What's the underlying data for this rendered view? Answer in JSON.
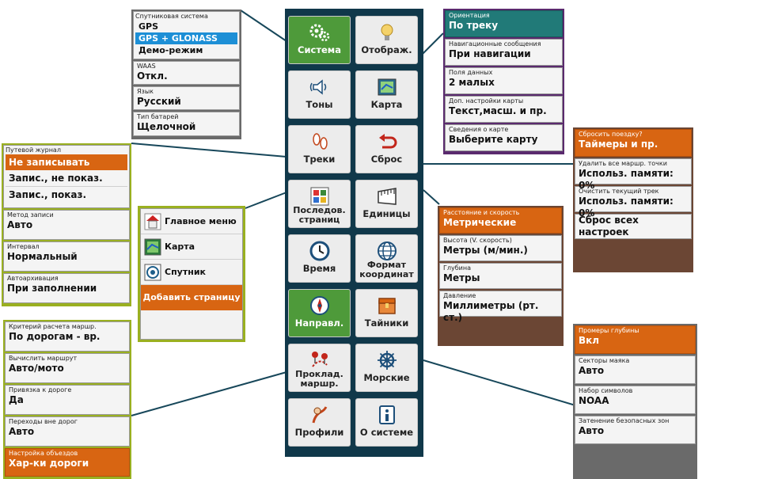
{
  "menu": {
    "tiles": [
      {
        "label": "Система",
        "icon": "gears-icon"
      },
      {
        "label": "Отображ.",
        "icon": "bulb-icon"
      },
      {
        "label": "Тоны",
        "icon": "speaker-icon"
      },
      {
        "label": "Карта",
        "icon": "map-icon"
      },
      {
        "label": "Треки",
        "icon": "footprints-icon"
      },
      {
        "label": "Сброс",
        "icon": "undo-icon"
      },
      {
        "label": "Последов. страниц",
        "icon": "pages-icon"
      },
      {
        "label": "Единицы",
        "icon": "ruler-icon"
      },
      {
        "label": "Время",
        "icon": "clock-icon"
      },
      {
        "label": "Формат координат",
        "icon": "globe-icon"
      },
      {
        "label": "Направл.",
        "icon": "compass-icon"
      },
      {
        "label": "Тайники",
        "icon": "chest-icon"
      },
      {
        "label": "Проклад. маршр.",
        "icon": "route-pins-icon"
      },
      {
        "label": "Морские",
        "icon": "helm-icon"
      },
      {
        "label": "Профили",
        "icon": "profile-icon"
      },
      {
        "label": "О системе",
        "icon": "info-icon"
      }
    ]
  },
  "system_panel": {
    "sat_caption": "Спутниковая система",
    "sat_options": [
      "GPS",
      "GPS + GLONASS",
      "Демо-режим"
    ],
    "waas_caption": "WAAS",
    "waas_value": "Откл.",
    "lang_caption": "Язык",
    "lang_value": "Русский",
    "battery_caption": "Тип батарей",
    "battery_value": "Щелочной"
  },
  "display_panel": {
    "rows": [
      {
        "caption": "Ориентация",
        "value": "По треку"
      },
      {
        "caption": "Навигационные сообщения",
        "value": "При навигации"
      },
      {
        "caption": "Поля данных",
        "value": "2 малых"
      },
      {
        "caption": "Доп. настройки карты",
        "value": "Текст,масш. и пр."
      },
      {
        "caption": "Сведения о карте",
        "value": "Выберите карту"
      }
    ]
  },
  "tracks_panel": {
    "log_caption": "Путевой журнал",
    "log_options": [
      "Не записывать",
      "Запис., не показ.",
      "Запис., показ."
    ],
    "rows": [
      {
        "caption": "Метод записи",
        "value": "Авто"
      },
      {
        "caption": "Интервал",
        "value": "Нормальный"
      },
      {
        "caption": "Автоархивация",
        "value": "При заполнении"
      }
    ]
  },
  "pages_panel": {
    "items": [
      "Главное меню",
      "Карта",
      "Спутник"
    ],
    "add_button": "Добавить страницу"
  },
  "reset_panel": {
    "rows": [
      {
        "caption": "Сбросить поездку?",
        "value": "Таймеры и пр."
      },
      {
        "caption": "Удалить все маршр. точки",
        "value": "Использ. памяти: 0%"
      },
      {
        "caption": "Очистить текущий трек",
        "value": "Использ. памяти: 0%"
      }
    ],
    "all_label": "Сброс всех настроек"
  },
  "units_panel": {
    "rows": [
      {
        "caption": "Расстояние и скорость",
        "value": "Метрические"
      },
      {
        "caption": "Высота (V. скорость)",
        "value": "Метры (м/мин.)"
      },
      {
        "caption": "Глубина",
        "value": "Метры"
      },
      {
        "caption": "Давление",
        "value": "Миллиметры (рт. ст.)"
      }
    ]
  },
  "routing_panel": {
    "rows": [
      {
        "caption": "Критерий расчета маршр.",
        "value": "По дорогам - вр."
      },
      {
        "caption": "Вычислить маршрут",
        "value": "Авто/мото"
      },
      {
        "caption": "Привязка к дороге",
        "value": "Да"
      },
      {
        "caption": "Переходы вне дорог",
        "value": "Авто"
      },
      {
        "caption": "Настройка объездов",
        "value": "Хар-ки дороги"
      }
    ]
  },
  "marine_panel": {
    "rows": [
      {
        "caption": "Промеры глубины",
        "value": "Вкл"
      },
      {
        "caption": "Секторы маяка",
        "value": "Авто"
      },
      {
        "caption": "Набор символов",
        "value": "NOAA"
      },
      {
        "caption": "Затенение безопасных зон",
        "value": "Авто"
      }
    ]
  },
  "colors": {
    "accent_orange": "#d86512",
    "accent_green": "#4e9a3a",
    "accent_teal": "#217a78",
    "navy": "#10384a",
    "olive_border": "#9ab020",
    "purple_border": "#5a2a6e",
    "brown_panel": "#6b4634",
    "gray_panel": "#6a6a6a",
    "select_blue": "#1d8fd6"
  }
}
